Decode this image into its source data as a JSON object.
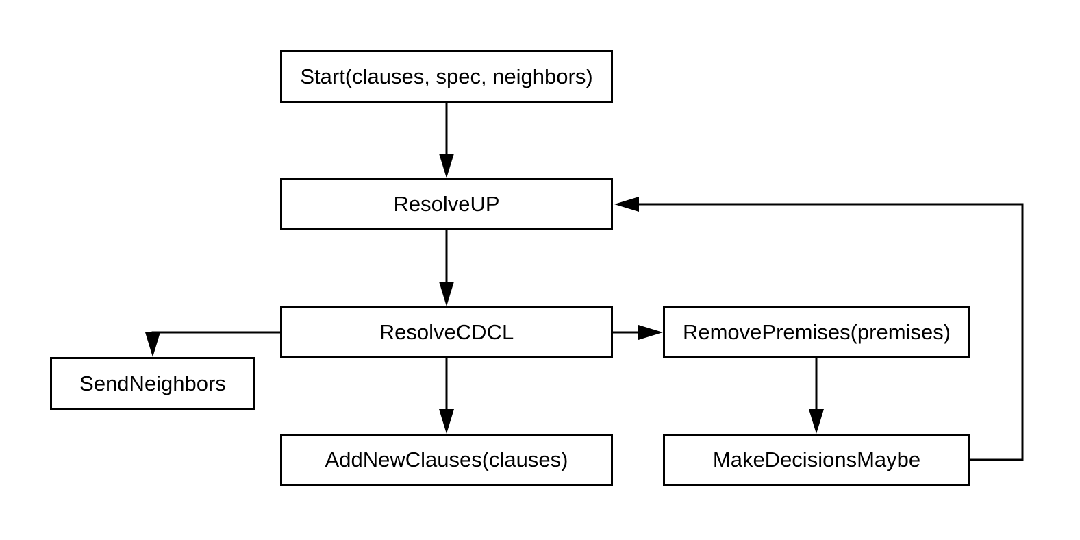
{
  "diagram": {
    "nodes": {
      "start": "Start(clauses, spec, neighbors)",
      "resolve_up": "ResolveUP",
      "resolve_cdcl": "ResolveCDCL",
      "send_neighbors": "SendNeighbors",
      "add_new_clauses": "AddNewClauses(clauses)",
      "remove_premises": "RemovePremises(premises)",
      "make_decisions_maybe": "MakeDecisionsMaybe"
    },
    "edges": [
      {
        "from": "start",
        "to": "resolve_up"
      },
      {
        "from": "resolve_up",
        "to": "resolve_cdcl"
      },
      {
        "from": "resolve_cdcl",
        "to": "send_neighbors"
      },
      {
        "from": "resolve_cdcl",
        "to": "add_new_clauses"
      },
      {
        "from": "resolve_cdcl",
        "to": "remove_premises"
      },
      {
        "from": "remove_premises",
        "to": "make_decisions_maybe"
      },
      {
        "from": "make_decisions_maybe",
        "to": "resolve_up"
      }
    ],
    "colors": {
      "stroke": "#000000",
      "background": "#ffffff"
    }
  }
}
